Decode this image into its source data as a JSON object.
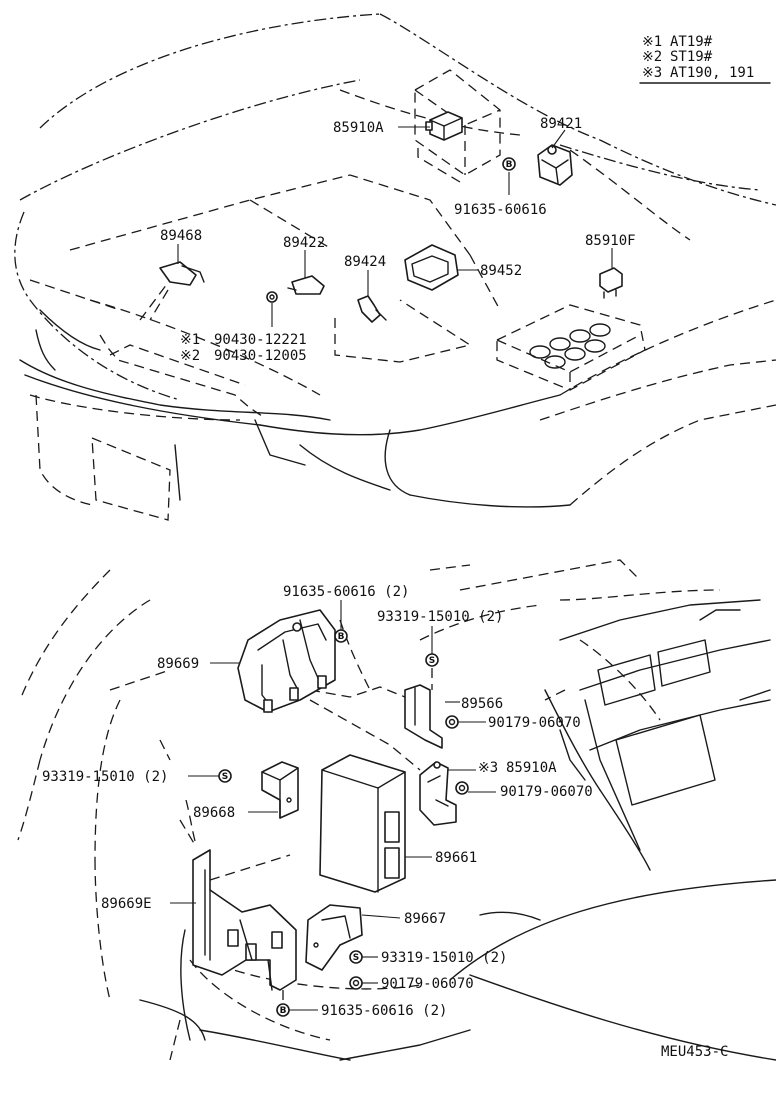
{
  "notes": [
    {
      "mark": "※1",
      "text": "AT19#"
    },
    {
      "mark": "※2",
      "text": "ST19#"
    },
    {
      "mark": "※3",
      "text": "AT190, 191"
    }
  ],
  "upper_labels": {
    "p85910A": "85910A",
    "p89421": "89421",
    "p91635_top": "91635-60616",
    "p89468": "89468",
    "p89422": "89422",
    "p89424": "89424",
    "p89452": "89452",
    "p85910F": "85910F",
    "n1": "※1",
    "p90430_1": "90430-12221",
    "n2": "※2",
    "p90430_2": "90430-12005"
  },
  "lower_labels": {
    "p91635_a": "91635-60616 (2)",
    "p93319_a": "93319-15010 (2)",
    "p89669": "89669",
    "p89566": "89566",
    "p90179_a": "90179-06070",
    "p93319_b": "93319-15010 (2)",
    "n3": "※3",
    "p85910A_b": "85910A",
    "p90179_b": "90179-06070",
    "p89668": "89668",
    "p89661": "89661",
    "p89669E": "89669E",
    "p89667": "89667",
    "p93319_c": "93319-15010 (2)",
    "p90179_c": "90179-06070",
    "p91635_b": "91635-60616 (2)"
  },
  "symbols": {
    "bolt": "B",
    "screw": "S"
  },
  "drawing_code": "MEU453-C"
}
